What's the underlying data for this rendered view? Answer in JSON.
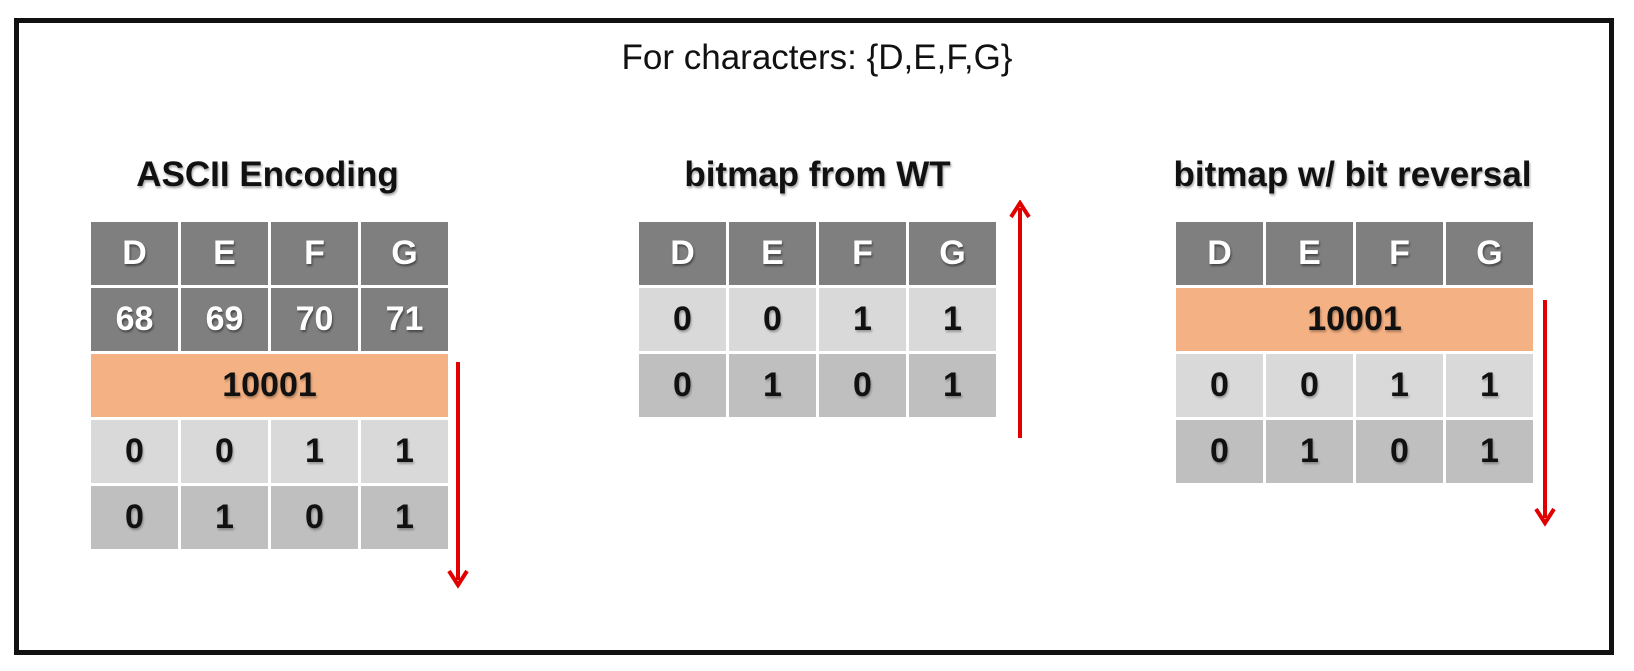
{
  "title": "For characters: {D,E,F,G}",
  "colors": {
    "header_bg": "#7f7f7f",
    "row_light": "#d9d9d9",
    "row_mid": "#bfbfbf",
    "highlight": "#f4b183",
    "arrow": "#e00000"
  },
  "panels": [
    {
      "title": "ASCII Encoding",
      "headers": [
        "D",
        "E",
        "F",
        "G"
      ],
      "codes": [
        "68",
        "69",
        "70",
        "71"
      ],
      "highlight": "10001",
      "rows": [
        [
          "0",
          "0",
          "1",
          "1"
        ],
        [
          "0",
          "1",
          "0",
          "1"
        ]
      ],
      "arrow_direction": "down"
    },
    {
      "title": "bitmap from WT",
      "headers": [
        "D",
        "E",
        "F",
        "G"
      ],
      "rows": [
        [
          "0",
          "0",
          "1",
          "1"
        ],
        [
          "0",
          "1",
          "0",
          "1"
        ]
      ],
      "arrow_direction": "up"
    },
    {
      "title": "bitmap w/ bit reversal",
      "headers": [
        "D",
        "E",
        "F",
        "G"
      ],
      "highlight": "10001",
      "rows": [
        [
          "0",
          "0",
          "1",
          "1"
        ],
        [
          "0",
          "1",
          "0",
          "1"
        ]
      ],
      "arrow_direction": "down"
    }
  ]
}
